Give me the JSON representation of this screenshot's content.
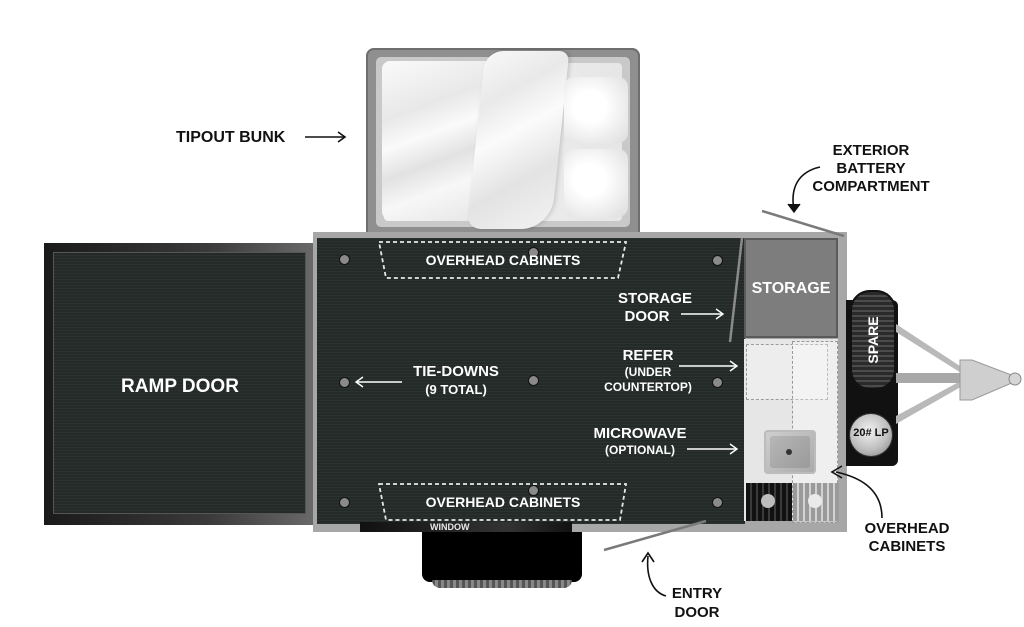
{
  "labels": {
    "tipout_bunk": "TIPOUT BUNK",
    "exterior_battery": [
      "EXTERIOR",
      "BATTERY",
      "COMPARTMENT"
    ],
    "ramp_door": "RAMP DOOR",
    "overhead_cabinets_top": "OVERHEAD CABINETS",
    "overhead_cabinets_bottom": "OVERHEAD CABINETS",
    "overhead_cabinets_right": [
      "OVERHEAD",
      "CABINETS"
    ],
    "tie_downs": [
      "TIE-DOWNS",
      "(9 TOTAL)"
    ],
    "storage_door": [
      "STORAGE",
      "DOOR"
    ],
    "storage": "STORAGE",
    "refer": [
      "REFER",
      "(UNDER",
      "COUNTERTOP)"
    ],
    "microwave": [
      "MICROWAVE",
      "(OPTIONAL)"
    ],
    "spare": "SPARE",
    "lp_tank": "20# LP",
    "window": "WINDOW",
    "entry_door": [
      "ENTRY",
      "DOOR"
    ]
  },
  "tie_down_count": 9,
  "colors": {
    "carpet": "#232a28",
    "frame_gray": "#8e8e8e",
    "storage_gray": "#7d7d7d",
    "counter": "#e4e4e4",
    "label_dark": "#111111",
    "label_light": "#ffffff"
  }
}
